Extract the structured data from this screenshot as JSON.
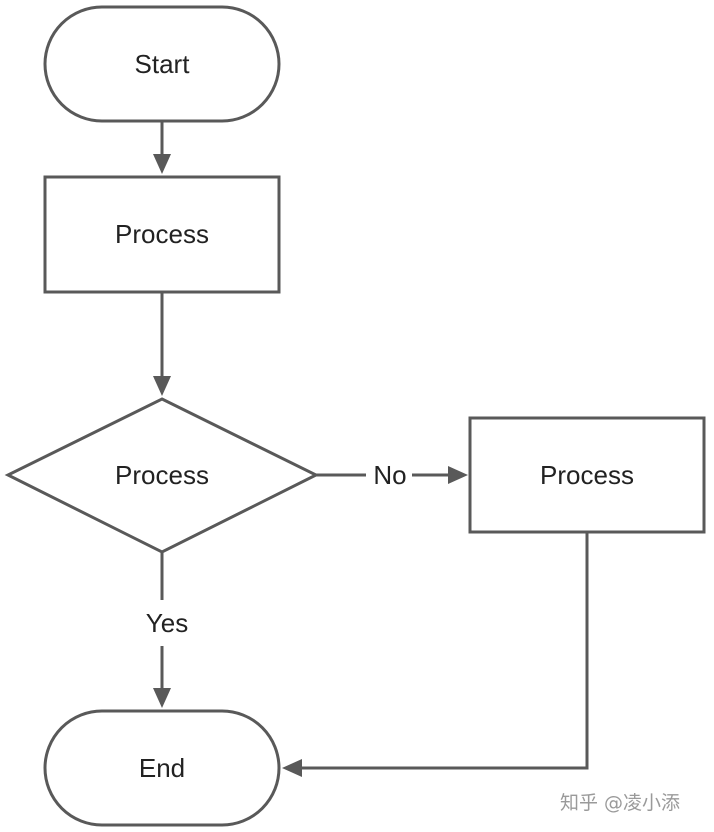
{
  "diagram": {
    "nodes": {
      "start": {
        "label": "Start",
        "shape": "terminal"
      },
      "process_1": {
        "label": "Process",
        "shape": "rectangle"
      },
      "decision": {
        "label": "Process",
        "shape": "diamond"
      },
      "process_2": {
        "label": "Process",
        "shape": "rectangle"
      },
      "end": {
        "label": "End",
        "shape": "terminal"
      }
    },
    "edges": {
      "start_to_process_1": {
        "from": "Start",
        "to": "Process"
      },
      "process_1_to_decision": {
        "from": "Process",
        "to": "Process"
      },
      "decision_no": {
        "label": "No"
      },
      "decision_yes": {
        "label": "Yes"
      },
      "process_2_to_end": {
        "from": "Process",
        "to": "End"
      }
    },
    "colors": {
      "stroke": "#595959",
      "fill": "#ffffff",
      "text": "#222222"
    }
  },
  "watermark": {
    "text": "知乎 @凌小添"
  }
}
